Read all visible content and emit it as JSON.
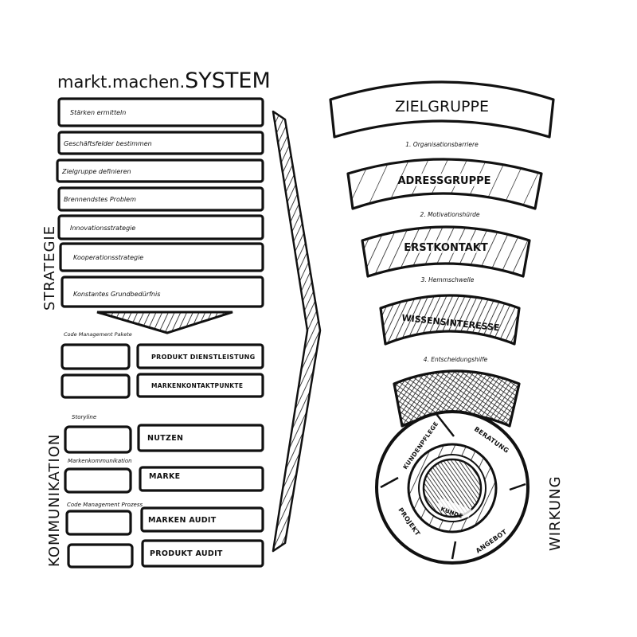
{
  "title": {
    "prefix": "markt.machen.",
    "suffix": "SYSTEM"
  },
  "sections": {
    "strategie": "STRATEGIE",
    "kommunikation": "KOMMUNIKATION",
    "wirkung": "WIRKUNG"
  },
  "strategy_steps": [
    "Stärken ermitteln",
    "Geschäftsfelder bestimmen",
    "Zielgruppe definieren",
    "Brennendstes Problem",
    "Innovationsstrategie",
    "Kooperationsstrategie",
    "Konstantes Grundbedürfnis"
  ],
  "communication": {
    "groups": [
      {
        "heading": "Code Management Pakete",
        "items": [
          "PRODUKT DIENSTLEISTUNG",
          "MARKENKONTAKTPUNKTE"
        ]
      },
      {
        "heading": "Storyline",
        "items": [
          "NUTZEN"
        ]
      },
      {
        "heading": "Markenkommunikation",
        "items": [
          "MARKE"
        ]
      },
      {
        "heading": "Code Management Prozess",
        "items": [
          "MARKEN AUDIT",
          "PRODUKT AUDIT"
        ]
      }
    ]
  },
  "funnel": {
    "bands": [
      "ZIELGRUPPE",
      "ADRESSGRUPPE",
      "ERSTKONTAKT",
      "WISSENSINTERESSE"
    ],
    "barriers": [
      "1. Organisationsbarriere",
      "2. Motivationshürde",
      "3. Hemmschwelle",
      "4. Entscheidungshilfe"
    ]
  },
  "cycle": {
    "segments": [
      "KUNDENPFLEGE",
      "BERATUNG",
      "ANGEBOT",
      "PROJEKT"
    ],
    "center": "KUNDE"
  }
}
